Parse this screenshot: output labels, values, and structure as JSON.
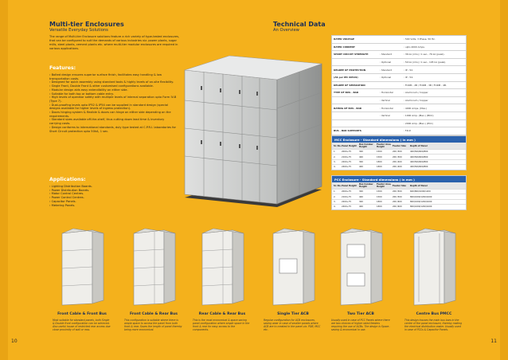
{
  "page_left_number": "10",
  "page_right_number": "11",
  "left": {
    "title": "Multi-tier Enclosures",
    "subtitle": "Versatile Everyday Solutions",
    "intro": "The range of Multi-tier Enclosure solutions feature a rich variety of type-tested enclosures, that can be configured to suit the demands of various industries viz. power plants, sugar mills, steel plants, cement plants etc. where multi-tier modular enclosures are required in various applications.",
    "features_heading": "Features:",
    "features": [
      "Bolted design ensures superior surface finish, facilitates easy handling & low transportation costs.",
      "Designed for quick assembly using standard tools & highly levels of on-site flexibility.",
      "Single Front, Double Front & other customised configurations available.",
      "Modular design aids easy extendibility on either side.",
      "Suitable for both top or bottom cable entry.",
      "High levels of operator safety with multiple levels of internal separation upto Form IV-B (Type 7).",
      "Dust-proofing levels upto IP52 & IP54 can be supplied in standard design (special designs available for higher levels of ingress protection).",
      "Doors hinging system & flexible & doors can hinge on either side depending on the requirements.",
      "Standard sizes available off-the-shelf, thus cutting down lead time & inventory carrying costs.",
      "Design conforms to international standards, duly type tested at C.P.R.I. laboratories for Short Circuit protection upto 50kA, 1 sec."
    ],
    "applications_heading": "Applications:",
    "applications": [
      "Lighting Distribution Boards.",
      "Power Distribution Boards.",
      "Motor Control Centres.",
      "Power Control Centres.",
      "Capacitor Panels.",
      "Metering Panels."
    ]
  },
  "right": {
    "title": "Technical Data",
    "subtitle": "An Overview",
    "spec_rows": [
      {
        "k": "RATED VOLTAGE",
        "s": "",
        "v": ": 500 Volts, 3 Phase, 50 Hz."
      },
      {
        "k": "RATED CURRENT",
        "s": "",
        "v": ": upto 4000 Amps."
      },
      {
        "k": "SHORT CIRCUIT STRENGTH",
        "s": ": Standard",
        "v": ": 36 kA (rms) / 1 sec., 76 kA (peak)."
      },
      {
        "k": "",
        "s": ": Optional",
        "v": ": 50 kA (rms) / 1 sec., 105 kA (peak)."
      },
      {
        "k": "DEGREE OF PROTECTION",
        "s": ": Standard",
        "v": ": IP - 52."
      },
      {
        "k": "(AS per IEC 60529)",
        "s": ": Optional",
        "v": ": IP - 54."
      },
      {
        "k": "DEGREE OF SEPARATION",
        "s": "",
        "v": ": FORM - 2B / FORM - 3B / FORM - 4B."
      },
      {
        "k": "TYPE OF BUS - BAR",
        "s": ": Horizontal",
        "v": ": Aluminium / Copper"
      },
      {
        "k": "",
        "s": ": Vertical",
        "v": ": Aluminium / Copper"
      },
      {
        "k": "RATING OF BUS - BAR",
        "s": ": Horizontal",
        "v": ": 4000 Amps. (Max.)"
      },
      {
        "k": "",
        "s": ": Vertical",
        "v": ": 1000 Amp. (Max.) (MCC)"
      },
      {
        "k": "",
        "s": "",
        "v": ": 2000 Amp. (Max.) (PCC)"
      },
      {
        "k": "BUS - BAR SUPPORTS",
        "s": "",
        "v": ": F.R.P."
      },
      {
        "k": "CONFORMANCE",
        "s": ": IS 8623 (Pt)",
        "v": ": 1977 / IEC60439 - 1."
      }
    ],
    "mcc": {
      "heading": "MCC Enclosure - Standard dimensions ( in mm )",
      "cols": [
        "Sr. No.",
        "Panel Height",
        "Bus Cumber Height",
        "Feeder Area Height",
        "Feeder Size",
        "Depth of Panel"
      ],
      "rows": [
        [
          "1.",
          "2000+75",
          "300",
          "1500",
          "200 /300",
          "400/500/600/800"
        ],
        [
          "2.",
          "2100+75",
          "400",
          "1500",
          "200 /300",
          "400/500/600/800"
        ],
        [
          "3.",
          "2200+75",
          "300",
          "1800",
          "200 /400",
          "400/500/600/800"
        ],
        [
          "4.",
          "2400+75",
          "400",
          "1800",
          "200 /400",
          "400/500/600/800"
        ]
      ]
    },
    "pcc": {
      "heading": "PCC Enclosure - Standard dimensions ( in mm )",
      "cols": [
        "Sr. No.",
        "Panel Height",
        "Bus Cumber Height",
        "Feeder Area Height",
        "Feeder Size",
        "Depth of Panel"
      ],
      "rows": [
        [
          "1.",
          "2000+75",
          "300",
          "1500",
          "200 /500",
          "600/800/1000/1200"
        ],
        [
          "2.",
          "2100+75",
          "400",
          "1500",
          "200 /500",
          "800/1000/1200/1600"
        ],
        [
          "3.",
          "2200+75",
          "300",
          "1800",
          "200 /600",
          "800/1000/1200/1600"
        ],
        [
          "4.",
          "2400+75",
          "400",
          "1800",
          "200 /600",
          "800/1000/1200/1600"
        ]
      ]
    }
  },
  "configurations": [
    {
      "title": "Front Cable & Front Bus",
      "text": "Most suitable for standard panels, both Single & Double front configuration can be achieved. Also useful house of restricted rear access due close proximity of wall or mss."
    },
    {
      "title": "Front Cable & Rear Bus",
      "text": "This configuration is suitable where there is ample space to access the panel from both front & rear. Saves the length of panel thereby being more economical."
    },
    {
      "title": "Rear Cable & Rear Bus",
      "text": "This is the most economical & space saving panel configuration where ample space in the front & rear for easy access to the components."
    },
    {
      "title": "Single Tier ACB",
      "text": "Regular configuration for ACB enclosures, saving wear in case of smaller panels where ACB are to created in the panel viz. PDB, MCC etc."
    },
    {
      "title": "Two Tier ACB",
      "text": "Usually used in case of PCC Panels where there are two choices of higher rated feeders requiring the use of ACBs. The design is Space-saving & economical in use."
    },
    {
      "title": "Centre Bus PMCC",
      "text": "This design houses the main bus bars in the centre of the panel enclosure, thereby making the electrical distribution easier. Usually used in case of PCCs & Capacitor Panels."
    }
  ]
}
